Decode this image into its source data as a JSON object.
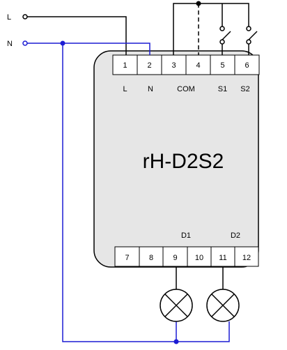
{
  "supply": {
    "live": "L",
    "neutral": "N"
  },
  "device": {
    "model": "rH-D2S2"
  },
  "top_terminals": [
    {
      "number": "1",
      "label": "L"
    },
    {
      "number": "2",
      "label": "N"
    },
    {
      "number": "3",
      "label": "COM"
    },
    {
      "number": "4",
      "label": ""
    },
    {
      "number": "5",
      "label": "S1"
    },
    {
      "number": "6",
      "label": "S2"
    }
  ],
  "bottom_terminals": [
    {
      "number": "7"
    },
    {
      "number": "8"
    },
    {
      "number": "9"
    },
    {
      "number": "10"
    },
    {
      "number": "11"
    },
    {
      "number": "12"
    }
  ],
  "outputs": {
    "d1": "D1",
    "d2": "D2"
  },
  "colors": {
    "live_wire": "#000000",
    "neutral_wire": "#1c1cd4",
    "device_body": "#e6e6e6"
  },
  "icons": {
    "load": "lamp-icon",
    "switch": "switch-icon"
  }
}
